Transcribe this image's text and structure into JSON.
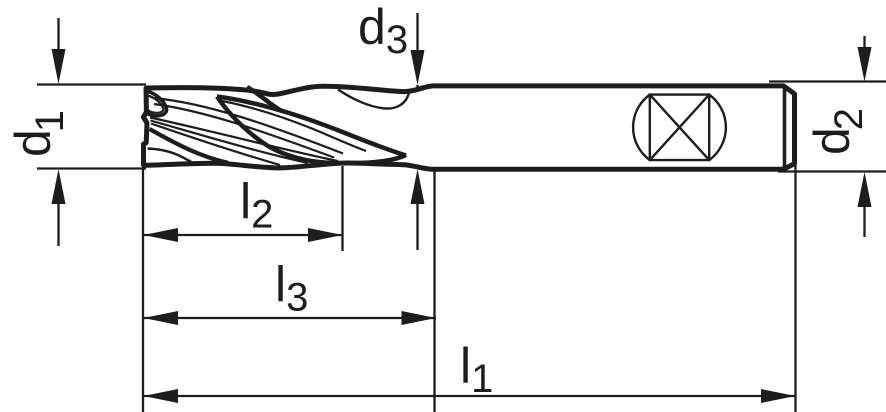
{
  "diagram": {
    "type": "technical-drawing",
    "subject": "end mill side view with dimension lines",
    "background_color": "#ffffff",
    "line_color": "#1d1d1b",
    "shank_symbol": "circle-with-inscribed-square-and-diagonals",
    "dimensions": {
      "d1": {
        "base": "d",
        "subscript": "1"
      },
      "d2": {
        "base": "d",
        "subscript": "2"
      },
      "d3": {
        "base": "d",
        "subscript": "3"
      },
      "l1": {
        "base": "l",
        "subscript": "1"
      },
      "l2": {
        "base": "l",
        "subscript": "2"
      },
      "l3": {
        "base": "l",
        "subscript": "3"
      }
    }
  }
}
